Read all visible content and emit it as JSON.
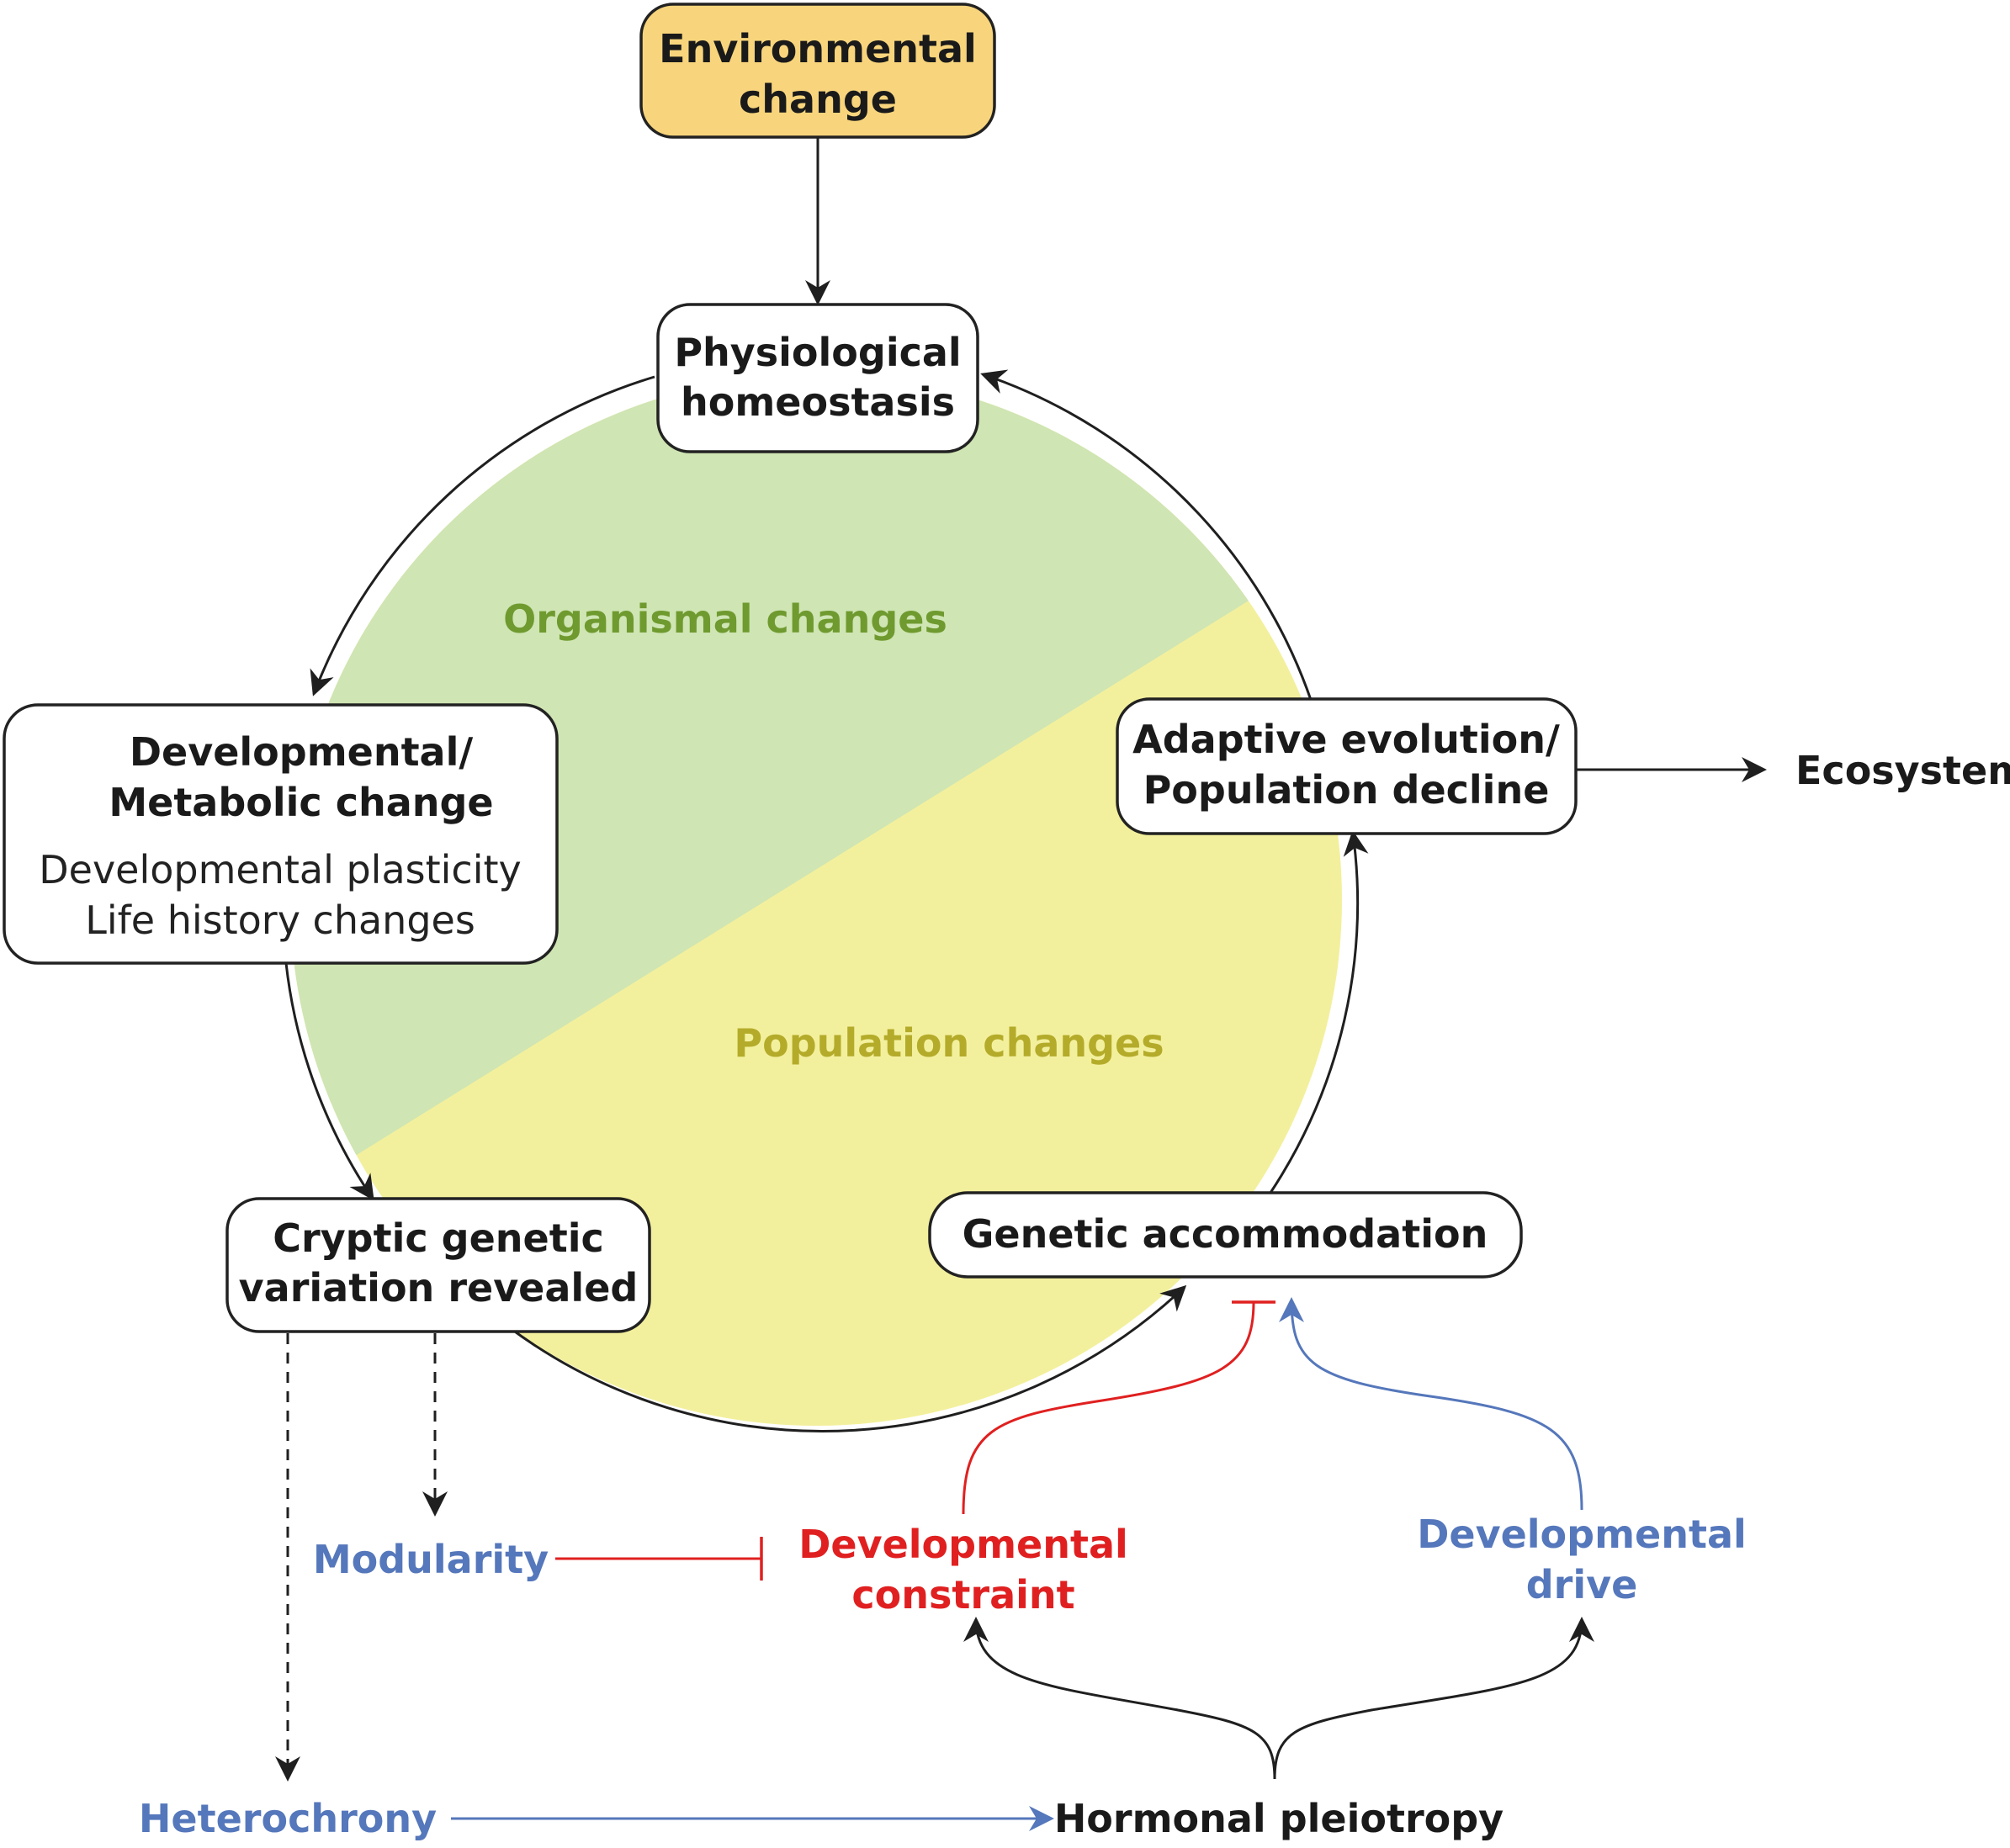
{
  "nodes": {
    "environmental_change": [
      "Environmental",
      "change"
    ],
    "physiological_homeostasis": [
      "Physiological",
      "homeostasis"
    ],
    "developmental_metabolic": [
      "Developmental/",
      "Metabolic change"
    ],
    "developmental_metabolic_details": [
      "Developmental plasticity",
      "Life history changes"
    ],
    "adaptive_evolution": [
      "Adaptive evolution/",
      "Population decline"
    ],
    "cryptic_variation": [
      "Cryptic genetic",
      "variation revealed"
    ],
    "genetic_accommodation": "Genetic accommodation",
    "ecosystem": "Ecosystem",
    "modularity": "Modularity",
    "developmental_constraint": [
      "Developmental",
      "constraint"
    ],
    "developmental_drive": [
      "Developmental",
      "drive"
    ],
    "heterochrony": "Heterochrony",
    "hormonal_pleiotropy": "Hormonal pleiotropy"
  },
  "regions": {
    "organismal": "Organismal changes",
    "population": "Population changes"
  },
  "colors": {
    "environment_fill": "#f8d57c",
    "organismal_fill": "#cfe5b3",
    "population_fill": "#f3f09d",
    "organismal_text": "#6f9a2f",
    "population_text": "#b4ab2a",
    "blue": "#5577bb",
    "red": "#e02020",
    "black": "#1f1f1f"
  }
}
